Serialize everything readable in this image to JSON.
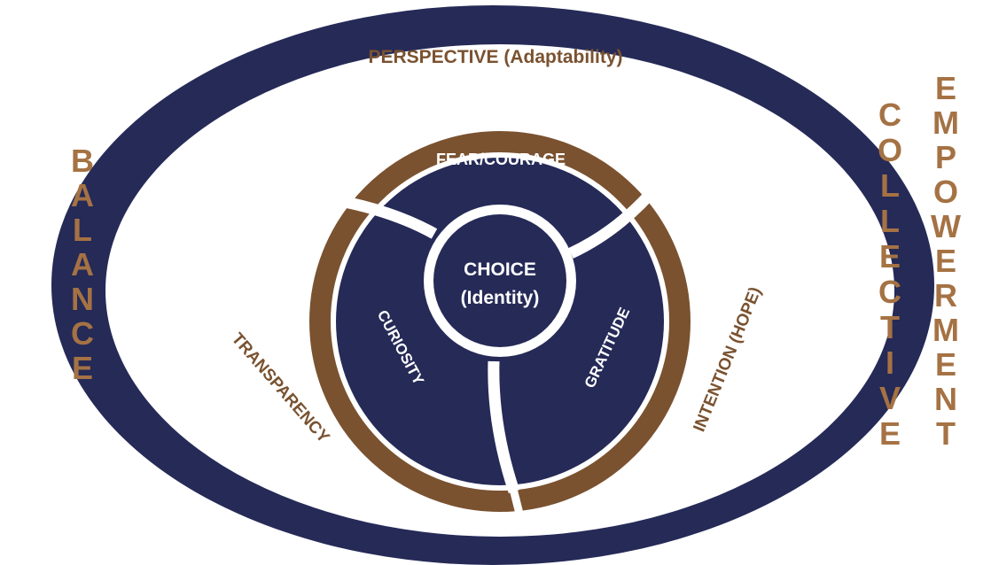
{
  "colors": {
    "navy": "#252a57",
    "brown": "#7a5230",
    "tan": "#a57244",
    "white": "#ffffff"
  },
  "labels": {
    "perspective": "PERSPECTIVE (Adaptability)",
    "fear_courage": "FEAR/COURAGE",
    "choice": "CHOICE",
    "identity": "(Identity)",
    "curiosity": "CURIOSITY",
    "gratitude": "GRATITUDE",
    "transparency": "TRANSPARENCY",
    "intention": "INTENTION (HOPE)",
    "balance": "BALANCE",
    "collective": "COLLECTIVE",
    "empowerment": "EMPOWERMENT"
  }
}
